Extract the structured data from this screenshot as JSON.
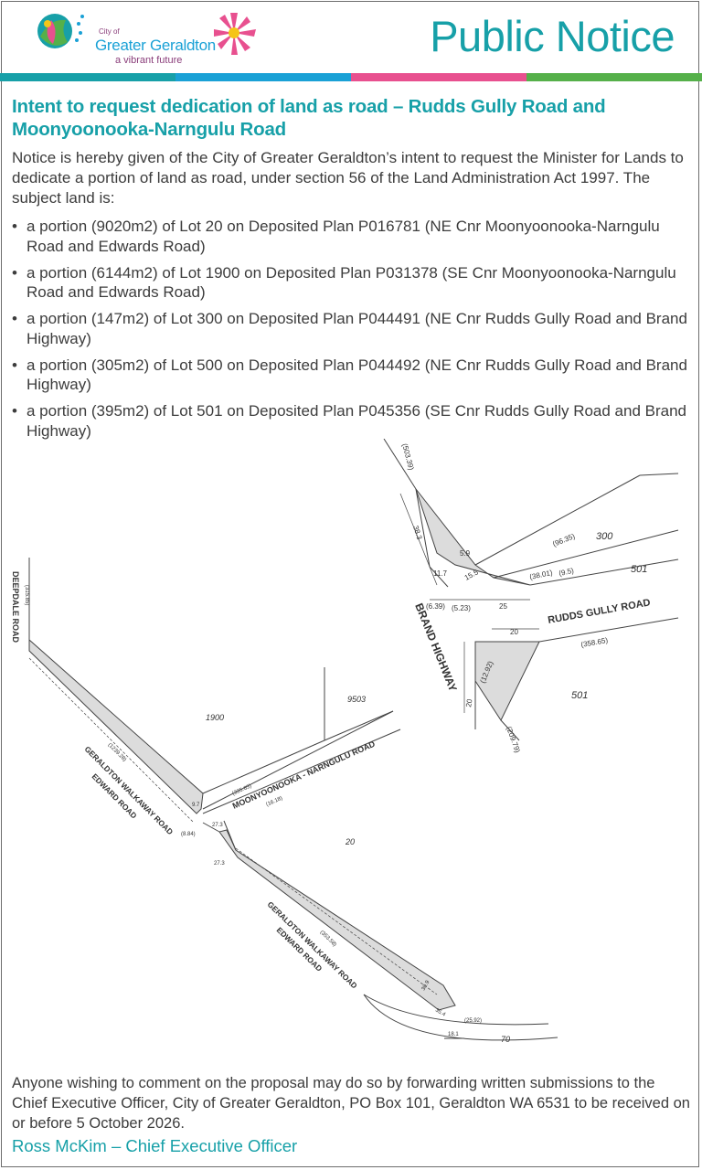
{
  "header": {
    "logo": {
      "city": "City of",
      "name": "Greater Geraldton",
      "tagline": "a vibrant future"
    },
    "title": "Public Notice",
    "stripe_colors": [
      "#17a0a8",
      "#1aa1d6",
      "#e8508f",
      "#55b04a"
    ]
  },
  "notice": {
    "headline": "Intent to request dedication of land as road – Rudds Gully Road and Moonyoonooka-Narngulu Road",
    "intro": "Notice is hereby given of the City of Greater Geraldton’s intent to request the Minister for Lands to dedicate a portion of land as road, under section 56 of the Land Administration Act 1997. The subject land is:",
    "lots": [
      {
        "text": "a portion (9020m2) of Lot 20 on Deposited Plan P016781 (NE Cnr Moonyoonooka-Narngulu Road and Edwards Road)"
      },
      {
        "text": "a portion (6144m2) of Lot 1900 on Deposited Plan P031378 (SE Cnr Moonyoonooka-Narngulu Road and Edwards Road)"
      },
      {
        "text": "a portion (147m2) of Lot 300 on Deposited Plan P044491 (NE Cnr Rudds Gully Road and Brand Highway)"
      },
      {
        "text": "a portion (305m2) of Lot 500 on Deposited Plan P044492 (NE Cnr Rudds Gully Road and Brand Highway)"
      },
      {
        "text": "a portion (395m2) of Lot 501 on Deposited Plan P045356 (SE Cnr Rudds Gully Road and Brand Highway)"
      }
    ],
    "closing": "Anyone wishing to comment on the proposal may do so by forwarding written submissions to the Chief Executive Officer, City of Greater Geraldton, PO Box 101, Geraldton WA 6531 to be received on or before 5 October 2026.",
    "signature": "Ross McKim – Chief Executive Officer"
  },
  "plan": {
    "upper": {
      "road_rudds": "RUDDS GULLY ROAD",
      "road_brand": "BRAND HIGHWAY",
      "lot_300": "300",
      "lot_501_top": "501",
      "lot_501_bottom": "501",
      "dim_503": "(503.39)",
      "dim_38_3": "38.3",
      "dim_5_9": "5.9",
      "dim_96": "(96.35)",
      "dim_15_5": "15.5",
      "dim_11_7": "11.7",
      "dim_6_39": "(6.39)",
      "dim_5_23": "(5.23)",
      "dim_25": "25",
      "dim_38_01": "(38.01)",
      "dim_9_5": "(9.5)",
      "dim_20_top": "20",
      "dim_358": "(358.65)",
      "dim_12_92": "(12.92)",
      "dim_20_left": "20",
      "dim_209": "(209.79)"
    },
    "lower": {
      "road_deepdale": "DEEPDALE ROAD",
      "road_moony": "MOONYOONOOKA - NARNGULU ROAD",
      "road_walkaway_1": "GERALDTON WALKAWAY ROAD",
      "road_edward_1": "EDWARD ROAD",
      "road_walkaway_2": "GERALDTON WALKAWAY ROAD",
      "road_edward_2": "EDWARD ROAD",
      "lot_1900": "1900",
      "lot_9503": "9503",
      "lot_20": "20",
      "lot_70": "70",
      "dim_315": "(315.85)",
      "dim_1239": "(1239.28)",
      "dim_335": "(335.63)",
      "dim_16": "(16.18)",
      "dim_9_7": "9.7",
      "dim_8_84": "(8.84)",
      "dim_27_3a": "27.3",
      "dim_27_3b": "27.3",
      "dim_353": "(353.58)",
      "dim_30_9": "30.9",
      "dim_35_4": "35.4",
      "dim_18_1": "18.1",
      "dim_25_92": "(25.92)"
    }
  }
}
